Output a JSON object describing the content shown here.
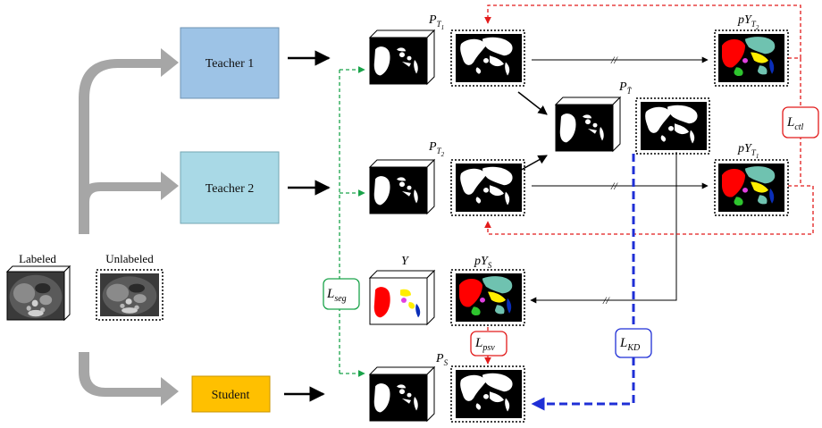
{
  "nodes": {
    "teacher1": "Teacher 1",
    "teacher2": "Teacher 2",
    "student": "Student"
  },
  "inputs": {
    "labeled": "Labeled",
    "unlabeled": "Unlabeled"
  },
  "symbols": {
    "p_t1": "P",
    "p_t1_sub": "T",
    "p_t1_subsub": "1",
    "p_t2": "P",
    "p_t2_sub": "T",
    "p_t2_subsub": "2",
    "p_tbar": "P",
    "p_tbar_sub": "T̄",
    "p_s": "P",
    "p_s_sub": "S",
    "py_t2": "pY",
    "py_t2_sub": "T",
    "py_t2_subsub": "2",
    "py_t1": "pY",
    "py_t1_sub": "T",
    "py_t1_subsub": "1",
    "y": "Y",
    "py_s": "pY",
    "py_s_sub": "S"
  },
  "losses": {
    "ctl": "L",
    "ctl_sub": "ctl",
    "seg": "L",
    "seg_sub": "seg",
    "psv": "L",
    "psv_sub": "psv",
    "kd": "L",
    "kd_sub": "KD"
  },
  "marks": {
    "stop_grad": "//"
  },
  "colors": {
    "teacher1": "#9dc3e6",
    "teacher2": "#a9d9e6",
    "student": "#ffc000",
    "gray_arrow": "#a6a6a6",
    "ctl": "#e21b1b",
    "seg": "#1aa34a",
    "kd": "#1f2fd6",
    "liver": "#ff0000",
    "spleen": "#2ec42e",
    "kidney": "#0a2eb8",
    "pancreas": "#ffee00",
    "stomach": "#6fc2b0",
    "aorta": "#e040e0"
  }
}
